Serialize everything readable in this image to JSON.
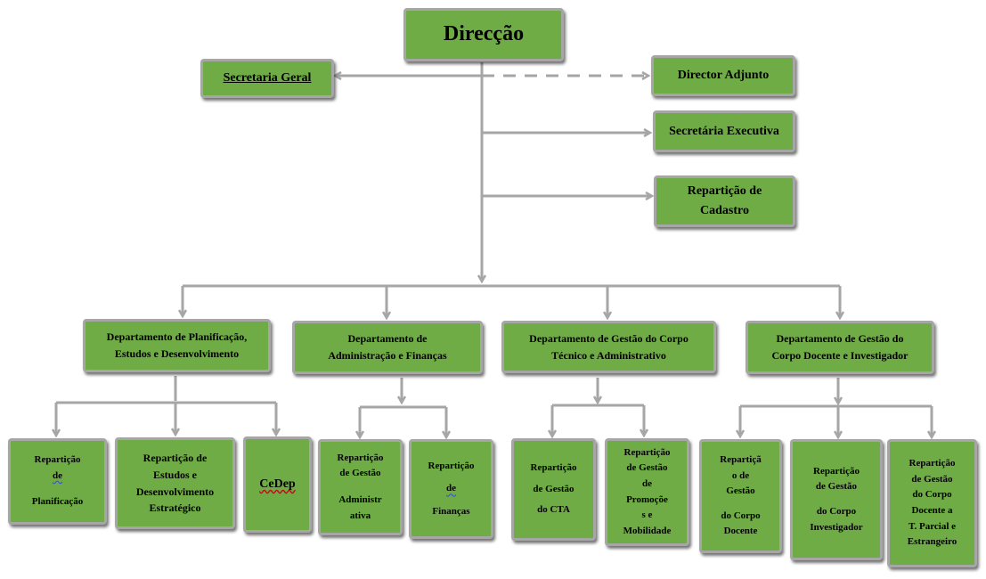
{
  "top": {
    "direccao": "Direcção"
  },
  "support": {
    "secretaria_geral": "Secretaria Geral",
    "director_adjunto": "Director Adjunto",
    "secretaria_executiva": "Secretária Executiva",
    "reparticao_cadastro": "Repartição de\nCadastro"
  },
  "departments": {
    "planificacao": "Departamento  de Planificação,\nEstudos  e Desenvolvimento",
    "administracao": "Departamento  de\nAdministração e Finanças",
    "tecnico": "Departamento  de Gestão do Corpo\nTécnico e Administrativo",
    "docente": "Departamento  de Gestão do\nCorpo Docente e Investigador"
  },
  "units": {
    "rep_planificacao_a": "Repartição",
    "rep_planificacao_b": "de",
    "rep_planificacao_c": "Planificação",
    "rep_estudos": "Repartição de\nEstudos e\nDesenvolvimento\nEstratégico",
    "cedep": "CeDep",
    "rep_gestao_admin_a": "Repartição\nde Gestão",
    "rep_gestao_admin_b": "Administr\nativa",
    "rep_financas_a": "Repartição",
    "rep_financas_b": "de",
    "rep_financas_c": "Finanças",
    "rep_cta_a": "Repartição",
    "rep_cta_b": "de Gestão",
    "rep_cta_c": "do CTA",
    "rep_promocoes": "Repartição\nde Gestão\nde\nPromoçõe\ns e\nMobilidade",
    "rep_docente_a": "Repartiçã",
    "rep_docente_b": "o de",
    "rep_docente_c": "Gestão",
    "rep_docente_d": "do Corpo\nDocente",
    "rep_investigador_a": "Repartição\nde Gestão",
    "rep_investigador_b": "do Corpo\nInvestigador",
    "rep_parcial": "Repartição\nde Gestão\ndo Corpo\nDocente a\nT. Parcial e\nEstrangeiro"
  },
  "colors": {
    "box_fill": "#6fac46",
    "border": "#a6a6a6",
    "connector": "#a6a6a6"
  }
}
